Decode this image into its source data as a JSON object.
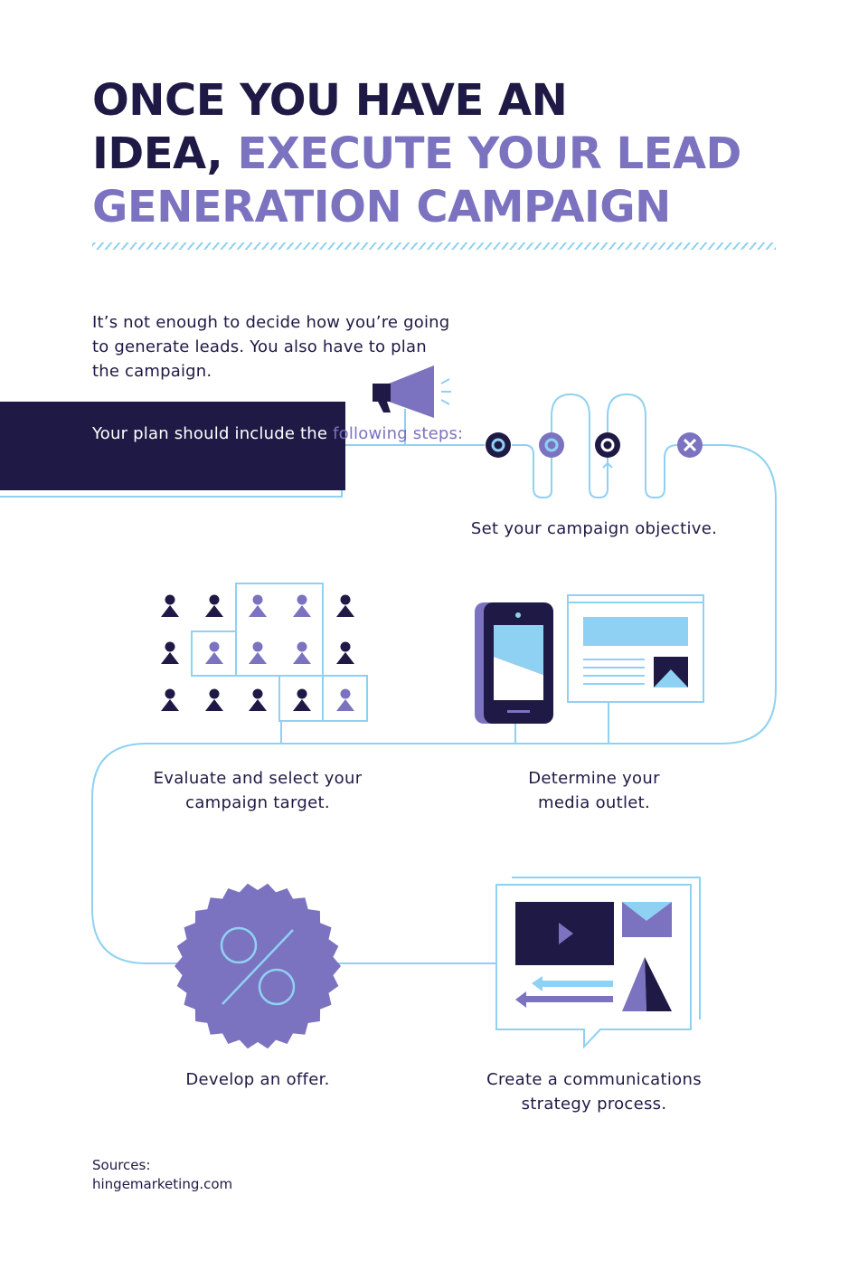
{
  "header": {
    "title_line1": "ONCE YOU HAVE AN",
    "title_line2_dark": "IDEA,",
    "title_line2_accent": "EXECUTE YOUR LEAD",
    "title_line3_accent": "GENERATION CAMPAIGN"
  },
  "intro": {
    "text": "It’s not enough to decide how you’re going to generate leads. You also have to plan the campaign."
  },
  "plan": {
    "text_prefix": "Your plan should include the",
    "text_highlight": "following steps:"
  },
  "steps": [
    {
      "label": "Set your campaign objective."
    },
    {
      "label": "Evaluate and select your campaign target."
    },
    {
      "label": "Determine your media outlet."
    },
    {
      "label": "Develop an offer."
    },
    {
      "label": "Create a communications strategy process."
    }
  ],
  "sources": {
    "heading": "Sources:",
    "url": "hingemarketing.com"
  },
  "icons": {
    "megaphone": "megaphone-icon",
    "objective": "target-path-icon",
    "people": "audience-grid-icon",
    "phone": "smartphone-icon",
    "browser": "browser-window-icon",
    "offer": "percent-badge-icon",
    "comms": "communications-chat-icon"
  },
  "colors": {
    "navy": "#1e1a45",
    "purple": "#7b73c0",
    "light_blue": "#8fd1f2",
    "white": "#ffffff"
  }
}
